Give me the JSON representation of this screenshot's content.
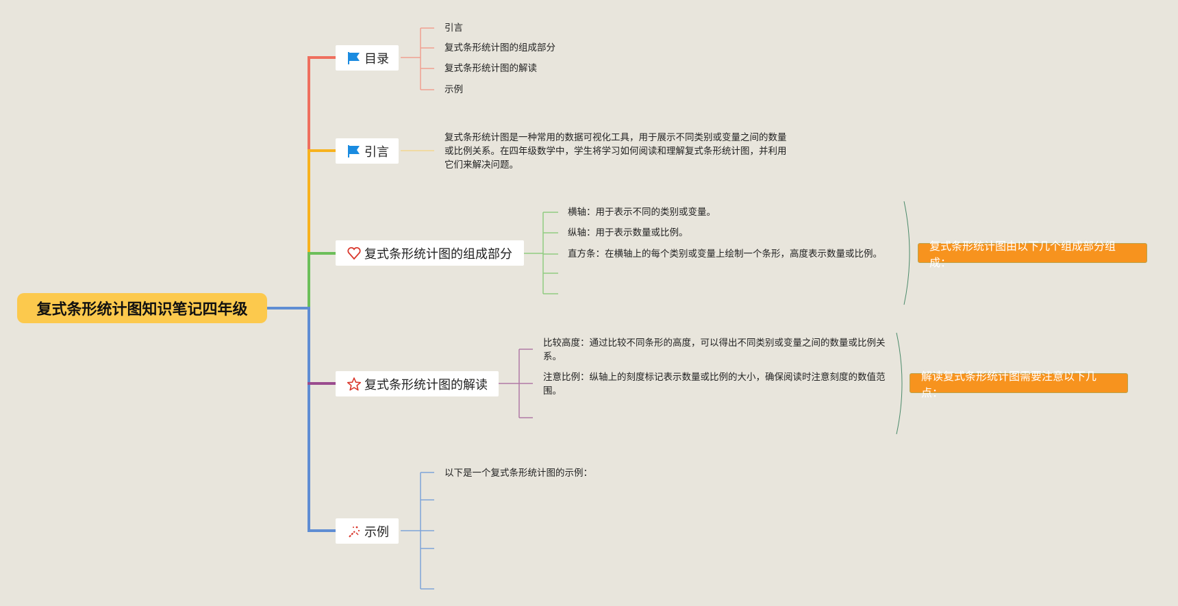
{
  "root": {
    "title": "复式条形统计图知识笔记四年级"
  },
  "branches": [
    {
      "label": "目录",
      "icon": "flag-icon",
      "children": [
        "引言",
        "复式条形统计图的组成部分",
        "复式条形统计图的解读",
        "示例"
      ]
    },
    {
      "label": "引言",
      "icon": "flag-icon",
      "text": "复式条形统计图是一种常用的数据可视化工具，用于展示不同类别或变量之间的数量或比例关系。在四年级数学中，学生将学习如何阅读和理解复式条形统计图，并利用它们来解决问题。"
    },
    {
      "label": "复式条形统计图的组成部分",
      "icon": "heart-icon",
      "children": [
        "横轴：用于表示不同的类别或变量。",
        "纵轴：用于表示数量或比例。",
        "直方条：在横轴上的每个类别或变量上绘制一个条形，高度表示数量或比例。"
      ],
      "summary": "复式条形统计图由以下几个组成部分组成："
    },
    {
      "label": "复式条形统计图的解读",
      "icon": "star-icon",
      "children": [
        "比较高度：通过比较不同条形的高度，可以得出不同类别或变量之间的数量或比例关系。",
        "注意比例：纵轴上的刻度标记表示数量或比例的大小，确保阅读时注意刻度的数值范围。"
      ],
      "summary": "解读复式条形统计图需要注意以下几点："
    },
    {
      "label": "示例",
      "icon": "magic-wand-icon",
      "children": [
        "以下是一个复式条形统计图的示例："
      ]
    }
  ],
  "colors": {
    "red": "#ef6f5e",
    "orange": "#f7b21e",
    "green": "#6cbf5a",
    "purple": "#9a4b8e",
    "blue": "#5f8dd3",
    "callout": "#f7931e",
    "root": "#fcc94d"
  }
}
